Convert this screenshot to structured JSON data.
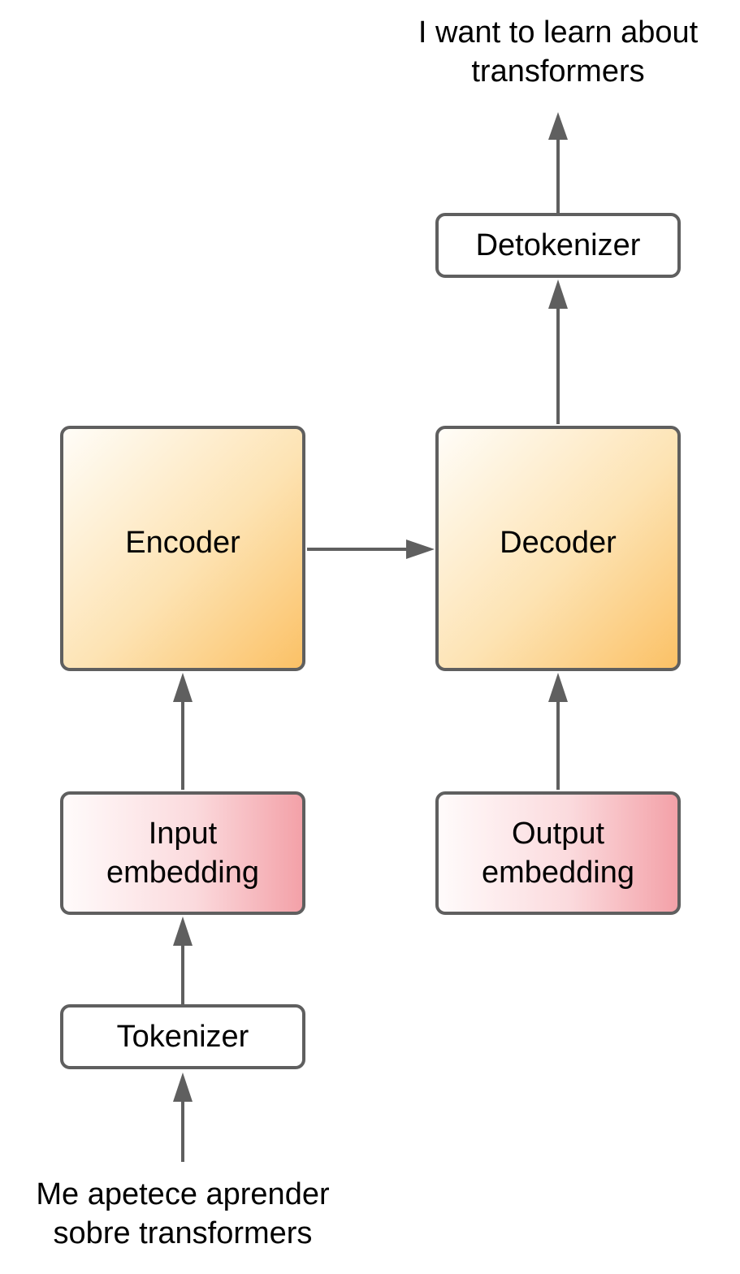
{
  "diagram": {
    "nodes": {
      "output_text": {
        "line1": "I want to learn about",
        "line2": "transformers"
      },
      "detokenizer": {
        "label": "Detokenizer"
      },
      "encoder": {
        "label": "Encoder"
      },
      "decoder": {
        "label": "Decoder"
      },
      "input_embedding": {
        "line1": "Input",
        "line2": "embedding"
      },
      "output_embedding": {
        "line1": "Output",
        "line2": "embedding"
      },
      "tokenizer": {
        "label": "Tokenizer"
      },
      "input_text": {
        "line1": "Me apetece aprender",
        "line2": "sobre transformers"
      }
    },
    "edges": [
      {
        "from": "input_text",
        "to": "tokenizer"
      },
      {
        "from": "tokenizer",
        "to": "input_embedding"
      },
      {
        "from": "input_embedding",
        "to": "encoder"
      },
      {
        "from": "encoder",
        "to": "decoder"
      },
      {
        "from": "output_embedding",
        "to": "decoder"
      },
      {
        "from": "decoder",
        "to": "detokenizer"
      },
      {
        "from": "detokenizer",
        "to": "output_text"
      }
    ],
    "colors": {
      "stroke": "#5f5f5f",
      "core_fill_start": "#fffdf8",
      "core_fill_end": "#fbc166",
      "embed_fill_start": "#fffbfb",
      "embed_fill_end": "#f3a1a8"
    }
  }
}
